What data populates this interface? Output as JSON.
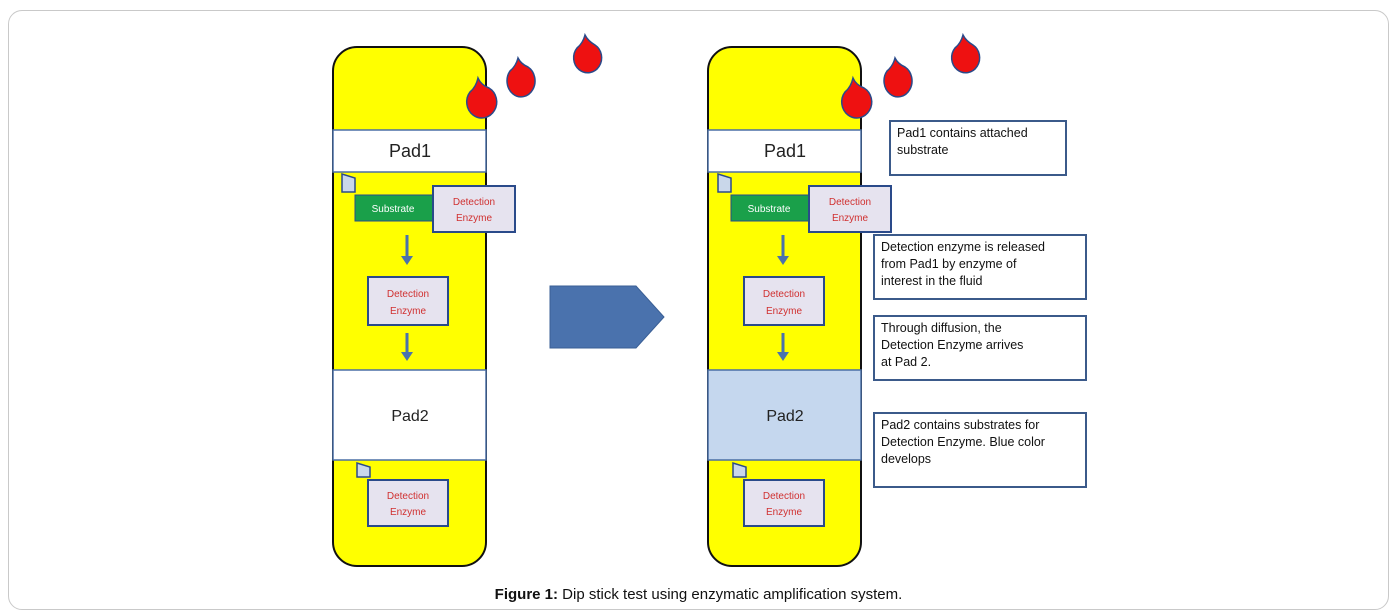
{
  "left_strip": {
    "pad1": "Pad1",
    "substrate": "Substrate",
    "enzyme_top": [
      "Detection",
      "Enzyme"
    ],
    "enzyme_mid": [
      "Detection",
      "Enzyme"
    ],
    "pad2": "Pad2",
    "enzyme_bottom": [
      "Detection",
      "Enzyme"
    ]
  },
  "right_strip": {
    "pad1": "Pad1",
    "substrate": "Substrate",
    "enzyme_top": [
      "Detection",
      "Enzyme"
    ],
    "enzyme_mid": [
      "Detection",
      "Enzyme"
    ],
    "pad2": "Pad2",
    "enzyme_bottom": [
      "Detection",
      "Enzyme"
    ]
  },
  "notes": [
    "Pad1 contains attached\nsubstrate",
    "Detection enzyme is released\nfrom Pad1 by enzyme of\ninterest in the fluid",
    "Through diffusion, the\nDetection Enzyme arrives\nat Pad 2.",
    "Pad2 contains substrates for\nDetection Enzyme. Blue color\ndevelops"
  ],
  "caption": {
    "label": "Figure 1:",
    "text": " Dip stick test using enzymatic amplification system."
  },
  "colors": {
    "strip_fill": "#ffff00",
    "drop_fill": "#ee1111",
    "drop_stroke": "#2a4a8a",
    "pad2_developed": "#c5d7ee",
    "substrate_fill": "#1aa04a",
    "enzyme_fill": "#e6e3ef",
    "arrow_fill": "#4a72ad"
  }
}
